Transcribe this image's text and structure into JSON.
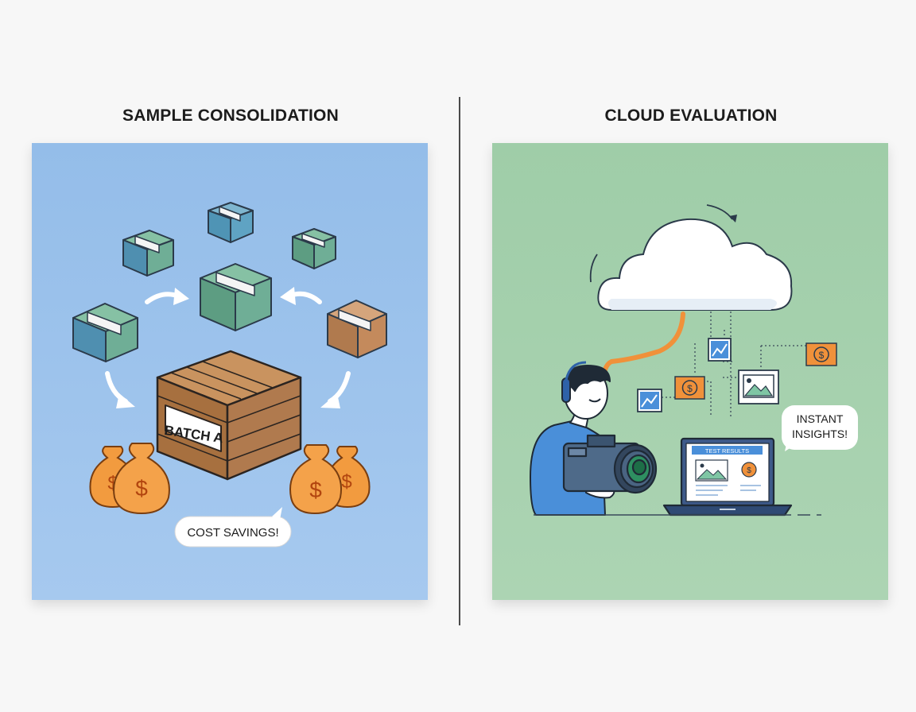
{
  "left_panel": {
    "title": "SAMPLE CONSOLIDATION",
    "crate_label": "BATCH A",
    "bubble_text": "COST SAVINGS!",
    "money_symbol": "$"
  },
  "right_panel": {
    "title": "CLOUD EVALUATION",
    "bubble_line1": "INSTANT",
    "bubble_line2": "INSIGHTS!",
    "laptop_header": "TEST RESULTS",
    "money_symbol": "$"
  },
  "colors": {
    "left_bg": "#9dc3ec",
    "right_bg": "#a5d0ae",
    "accent_orange": "#f0913a",
    "box_green": "#5fa88f",
    "crate_brown": "#b07a4e",
    "person_blue": "#4a8fd9"
  }
}
